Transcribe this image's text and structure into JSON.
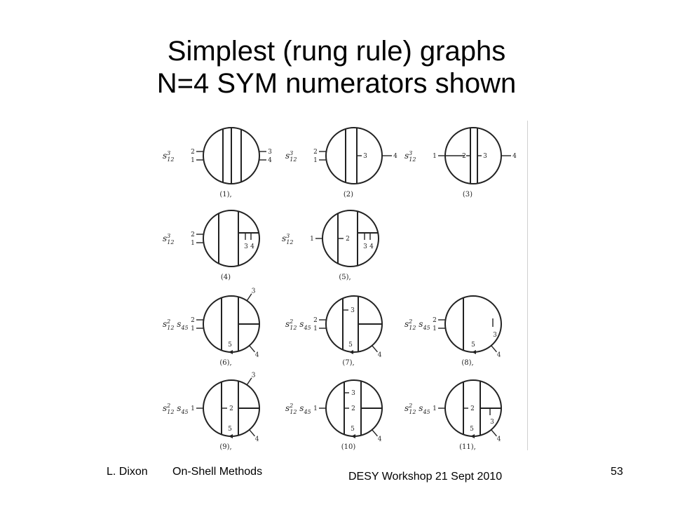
{
  "title": {
    "line1": "Simplest (rung rule) graphs",
    "line2": "N=4 SYM numerators shown"
  },
  "footer": {
    "author": "L. Dixon",
    "talk": "On-Shell Methods",
    "event": "DESY Workshop   21 Sept 2010",
    "page": "53"
  },
  "graphs": [
    {
      "id": "1",
      "prefix": "s12^3",
      "caption": "(1),"
    },
    {
      "id": "2",
      "prefix": "s12^3",
      "caption": "(2)"
    },
    {
      "id": "3",
      "prefix": "s12^3",
      "caption": "(3)"
    },
    {
      "id": "4",
      "prefix": "s12^3",
      "caption": "(4)"
    },
    {
      "id": "5",
      "prefix": "s12^3",
      "caption": "(5),"
    },
    {
      "id": "6",
      "prefix": "s12^2 s45",
      "caption": "(6),"
    },
    {
      "id": "7",
      "prefix": "s12^2 s45",
      "caption": "(7),"
    },
    {
      "id": "8",
      "prefix": "s12^2 s45",
      "caption": "(8),"
    },
    {
      "id": "9",
      "prefix": "s12^2 s45",
      "caption": "(9),"
    },
    {
      "id": "10",
      "prefix": "s12^2 s45",
      "caption": "(10)"
    },
    {
      "id": "11",
      "prefix": "s12^2 s45",
      "caption": "(11),"
    }
  ]
}
